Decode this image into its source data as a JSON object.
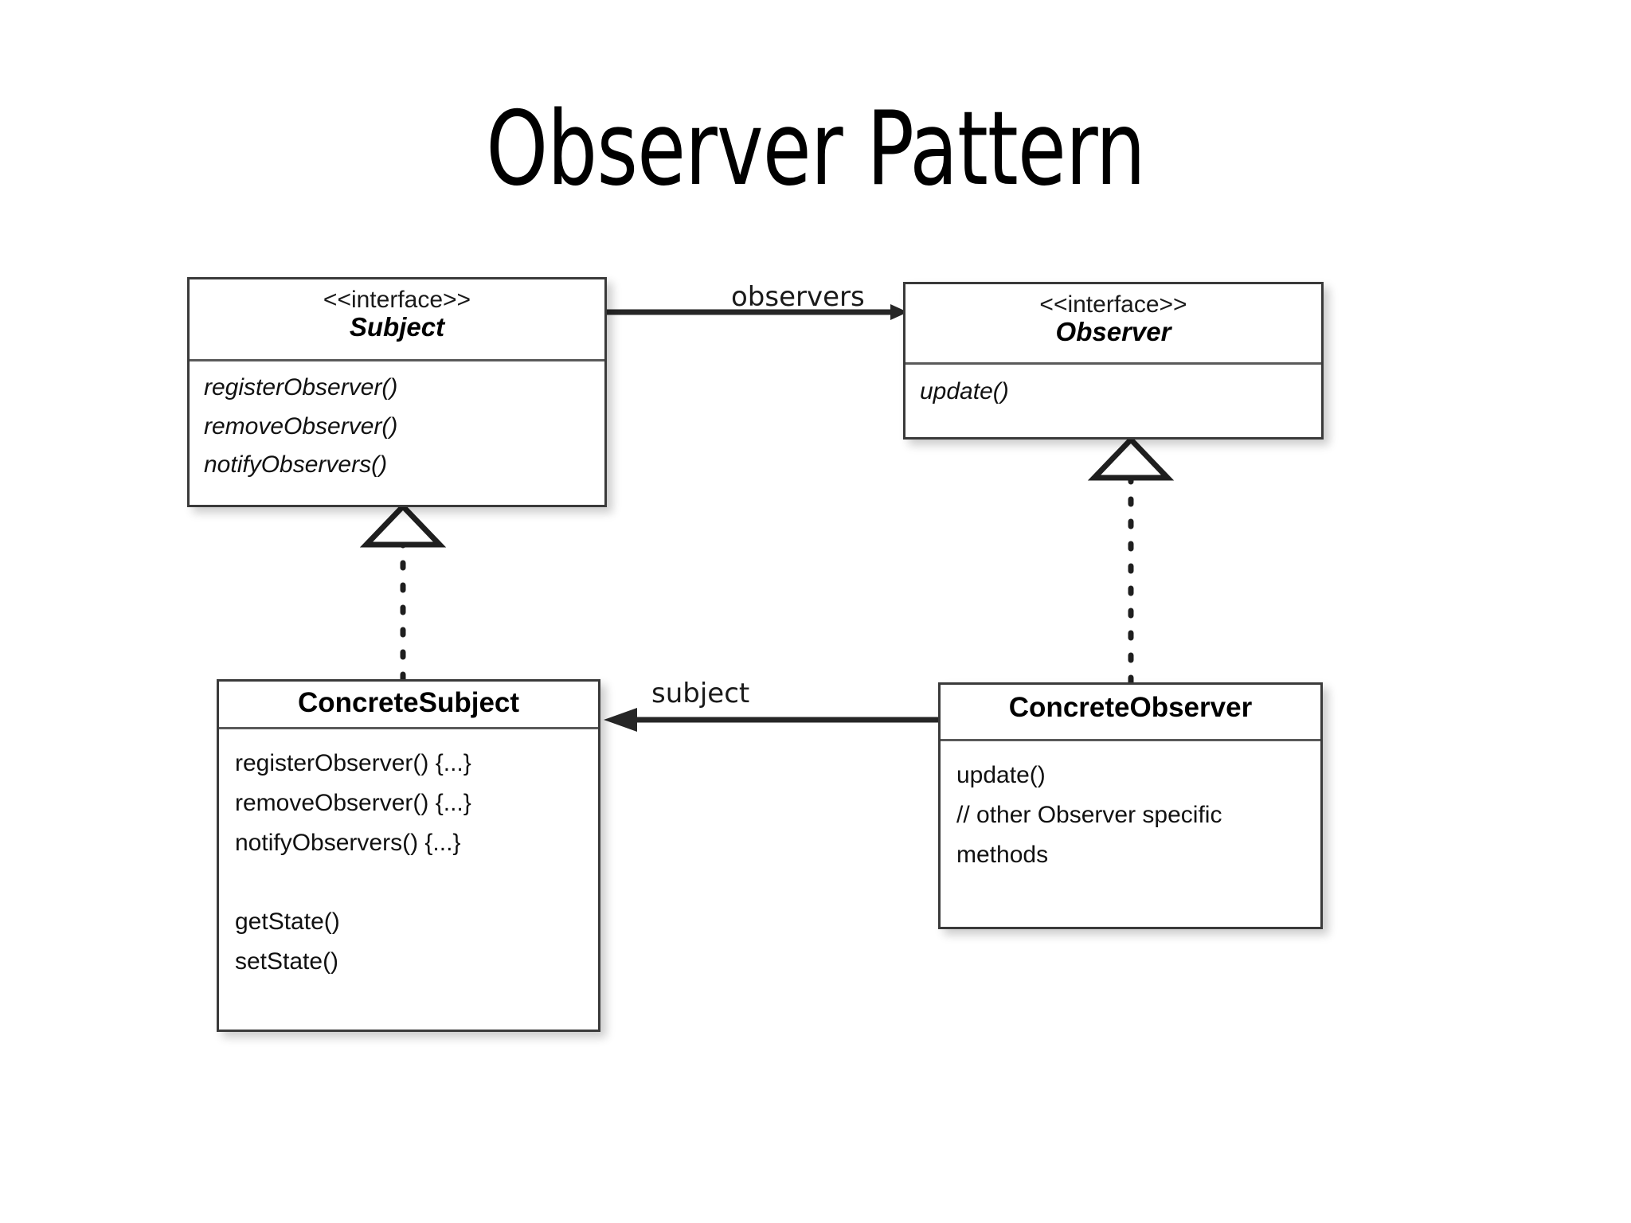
{
  "slide": {
    "title": "Observer Pattern",
    "background_color": "#ffffff",
    "text_color": "#000000"
  },
  "diagram": {
    "type": "uml-class-diagram",
    "line_color": "#3a3a3a",
    "box_fill": "#ffffff",
    "boxes": [
      {
        "id": "subject",
        "stereotype": "<<interface>>",
        "name": "Subject",
        "name_style": "bold-italic",
        "members": [
          "registerObserver()",
          "removeObserver()",
          "notifyObservers()"
        ],
        "member_style": "italic"
      },
      {
        "id": "observer",
        "stereotype": "<<interface>>",
        "name": "Observer",
        "name_style": "bold-italic",
        "members": [
          "update()"
        ],
        "member_style": "italic"
      },
      {
        "id": "concrete-subject",
        "stereotype": "",
        "name": "ConcreteSubject",
        "name_style": "bold",
        "members": [
          "registerObserver() {...}",
          "removeObserver() {...}",
          "notifyObservers() {...}",
          "",
          "getState()",
          "setState()"
        ],
        "member_style": "normal"
      },
      {
        "id": "concrete-observer",
        "stereotype": "",
        "name": "ConcreteObserver",
        "name_style": "bold",
        "members": [
          "update()",
          "// other Observer specific",
          "methods"
        ],
        "member_style": "normal"
      }
    ],
    "edges": [
      {
        "id": "subject-to-observer",
        "label": "observers",
        "from": "Subject",
        "to": "Observer",
        "style": "solid",
        "arrowhead": "filled-triangle",
        "direction": "right"
      },
      {
        "id": "concrete-observer-to-concrete-subject",
        "label": "subject",
        "from": "ConcreteObserver",
        "to": "ConcreteSubject",
        "style": "solid",
        "arrowhead": "filled-triangle",
        "direction": "left"
      },
      {
        "id": "concrete-subject-realizes-subject",
        "label": "",
        "from": "ConcreteSubject",
        "to": "Subject",
        "style": "dotted",
        "arrowhead": "hollow-triangle",
        "direction": "up"
      },
      {
        "id": "concrete-observer-realizes-observer",
        "label": "",
        "from": "ConcreteObserver",
        "to": "Observer",
        "style": "dotted",
        "arrowhead": "hollow-triangle",
        "direction": "up"
      }
    ]
  }
}
